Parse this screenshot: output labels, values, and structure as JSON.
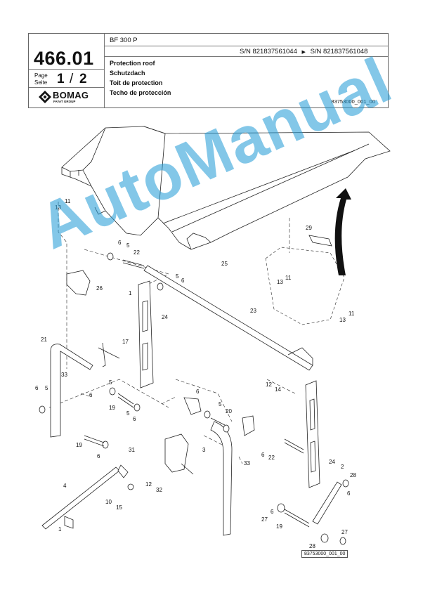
{
  "header": {
    "page_number": "466.01",
    "page_label": "Page",
    "seite_label": "Seite",
    "page_current": "1",
    "page_separator": "/",
    "page_total": "2",
    "model": "BF 300 P",
    "serial_from": "S/N 821837561044",
    "serial_arrow": "▶",
    "serial_to": "S/N 821837561048",
    "titles": [
      "Protection roof",
      "Schutzdach",
      "Toit de protection",
      "Techo de protección"
    ],
    "document_id": "83753000_001_00"
  },
  "logo": {
    "brand": "BOMAG",
    "subtitle": "FAYAT GROUP"
  },
  "drawing": {
    "callouts": [
      "1",
      "1",
      "2",
      "3",
      "4",
      "5",
      "5",
      "5",
      "5",
      "5",
      "5",
      "6",
      "6",
      "6",
      "6",
      "6",
      "6",
      "6",
      "6",
      "6",
      "6",
      "10",
      "11",
      "11",
      "11",
      "12",
      "12",
      "13",
      "13",
      "13",
      "14",
      "15",
      "17",
      "19",
      "19",
      "19",
      "20",
      "21",
      "22",
      "22",
      "23",
      "24",
      "24",
      "25",
      "26",
      "27",
      "27",
      "28",
      "28",
      "29",
      "31",
      "32",
      "33",
      "33"
    ],
    "reference": "83753000_001_00"
  },
  "watermark": "AutoManual",
  "colors": {
    "watermark": "#1e9ad6",
    "line": "#222222",
    "border": "#666666"
  }
}
